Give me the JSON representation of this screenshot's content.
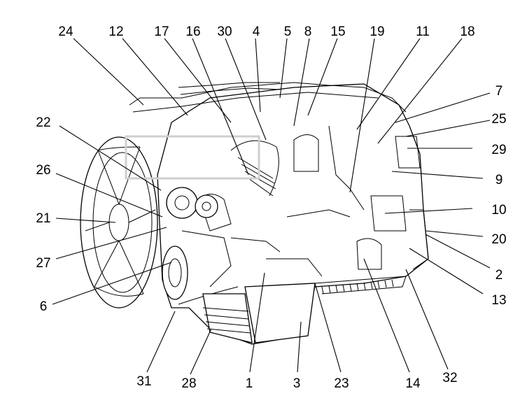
{
  "callouts": [
    {
      "id": "c24",
      "label": "24"
    },
    {
      "id": "c12",
      "label": "12"
    },
    {
      "id": "c17",
      "label": "17"
    },
    {
      "id": "c16",
      "label": "16"
    },
    {
      "id": "c30",
      "label": "30"
    },
    {
      "id": "c4",
      "label": "4"
    },
    {
      "id": "c5",
      "label": "5"
    },
    {
      "id": "c8",
      "label": "8"
    },
    {
      "id": "c15",
      "label": "15"
    },
    {
      "id": "c19",
      "label": "19"
    },
    {
      "id": "c11",
      "label": "11"
    },
    {
      "id": "c18",
      "label": "18"
    },
    {
      "id": "c7",
      "label": "7"
    },
    {
      "id": "c25",
      "label": "25"
    },
    {
      "id": "c29",
      "label": "29"
    },
    {
      "id": "c9",
      "label": "9"
    },
    {
      "id": "c10",
      "label": "10"
    },
    {
      "id": "c20",
      "label": "20"
    },
    {
      "id": "c2",
      "label": "2"
    },
    {
      "id": "c13",
      "label": "13"
    },
    {
      "id": "c22",
      "label": "22"
    },
    {
      "id": "c26",
      "label": "26"
    },
    {
      "id": "c21",
      "label": "21"
    },
    {
      "id": "c27",
      "label": "27"
    },
    {
      "id": "c6",
      "label": "6"
    },
    {
      "id": "c31",
      "label": "31"
    },
    {
      "id": "c28",
      "label": "28"
    },
    {
      "id": "c1",
      "label": "1"
    },
    {
      "id": "c3",
      "label": "3"
    },
    {
      "id": "c23",
      "label": "23"
    },
    {
      "id": "c14",
      "label": "14"
    },
    {
      "id": "c32",
      "label": "32"
    }
  ]
}
